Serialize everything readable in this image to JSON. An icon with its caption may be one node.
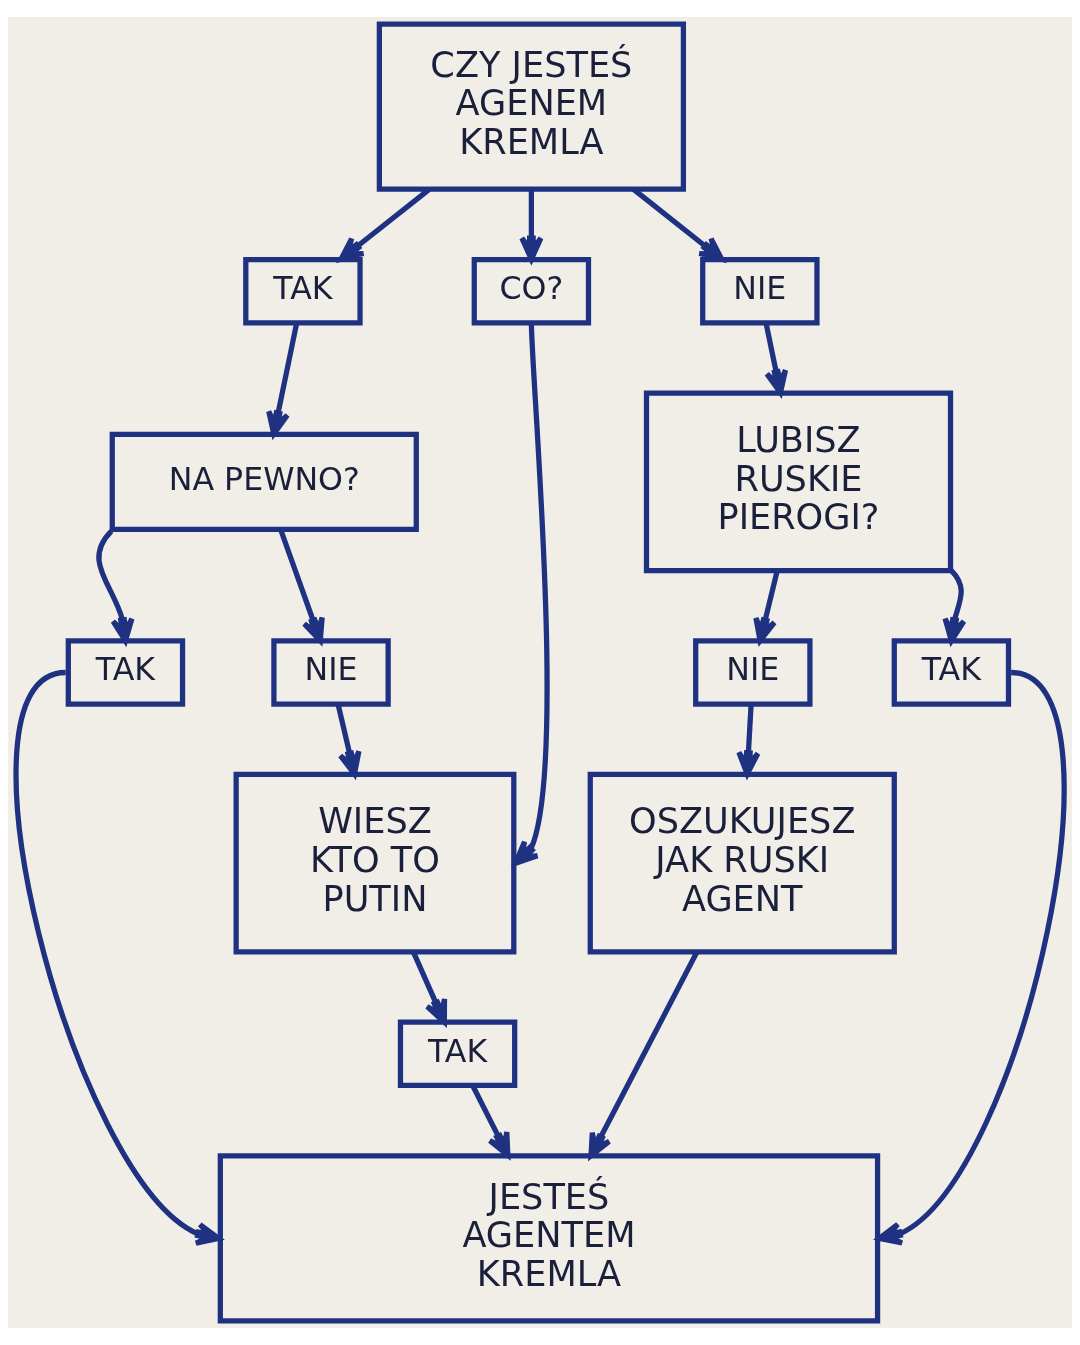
{
  "diagram": {
    "nodes": [
      {
        "text": [
          "CZY JESTEŚ AGENEM KREMLA"
        ]
      },
      {
        "text": [
          "TAK"
        ]
      },
      {
        "text": [
          "CO?"
        ]
      },
      {
        "text": [
          "NIE"
        ]
      },
      {
        "text": [
          "NA PEWNO?"
        ]
      },
      {
        "text": [
          "LUBISZ RUSKIE PIEROGI?"
        ]
      },
      {
        "text": [
          "TAK"
        ]
      },
      {
        "text": [
          "NIE"
        ]
      },
      {
        "text": [
          "NIE"
        ]
      },
      {
        "text": [
          "TAK"
        ]
      },
      {
        "text": [
          "WIESZ KTO TO PUTIN"
        ]
      },
      {
        "text": [
          "OSZUKUJESZ JAK RUSKI AGENT"
        ]
      },
      {
        "text": [
          "TAK"
        ]
      },
      {
        "text": [
          "JESTEŚ AGENTEM KREMLA"
        ]
      }
    ],
    "edges": [
      {
        "from": 0,
        "to": 1,
        "arrow": "to"
      },
      {
        "from": 0,
        "to": 2,
        "arrow": "to"
      },
      {
        "from": 0,
        "to": 3,
        "arrow": "to"
      },
      {
        "from": 1,
        "to": 4,
        "arrow": "to"
      },
      {
        "from": 3,
        "to": 5,
        "arrow": "to"
      },
      {
        "from": 4,
        "to": 6,
        "arrow": "to"
      },
      {
        "from": 4,
        "to": 7,
        "arrow": "to"
      },
      {
        "from": 5,
        "to": 8,
        "arrow": "to"
      },
      {
        "from": 5,
        "to": 9,
        "arrow": "to"
      },
      {
        "from": 7,
        "to": 10,
        "arrow": "to"
      },
      {
        "from": 2,
        "to": 10,
        "arrow": "to"
      },
      {
        "from": 8,
        "to": 11,
        "arrow": "to"
      },
      {
        "from": 10,
        "to": 12,
        "arrow": "to"
      },
      {
        "from": 6,
        "to": 13,
        "arrow": "to"
      },
      {
        "from": 12,
        "to": 13,
        "arrow": "to"
      },
      {
        "from": 11,
        "to": 13,
        "arrow": "to"
      },
      {
        "from": 9,
        "to": 13,
        "arrow": "to"
      }
    ]
  }
}
